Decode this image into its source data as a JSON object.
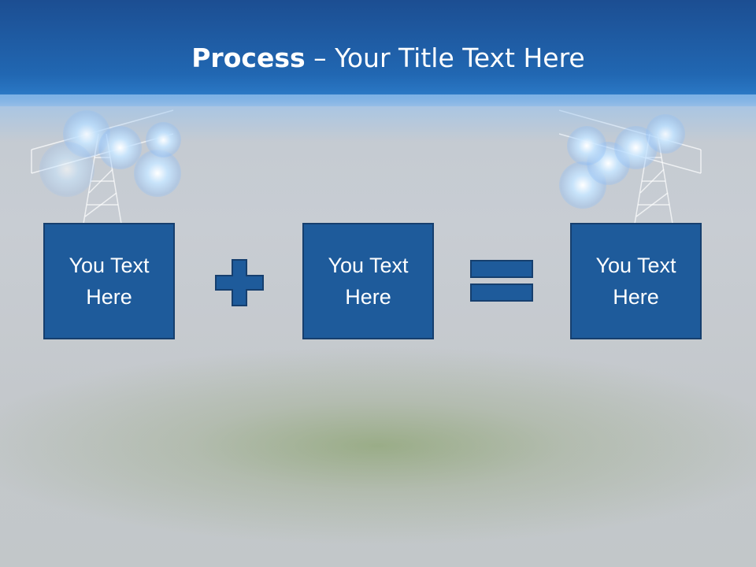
{
  "slide": {
    "title_bold": "Process",
    "title_rest": " – Your Title Text Here",
    "boxes": [
      {
        "text": "You Text Here"
      },
      {
        "text": "You Text Here"
      },
      {
        "text": "You Text Here"
      }
    ],
    "operators": [
      "plus-icon",
      "equals-icon"
    ],
    "colors": {
      "header": "#1c4e92",
      "box_fill": "#1e5b9b",
      "box_border": "#163f6e",
      "background": "#c4c8cc"
    }
  }
}
